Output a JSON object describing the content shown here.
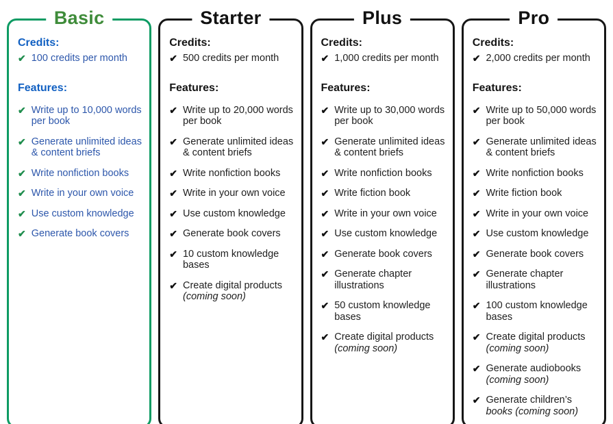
{
  "colors": {
    "basic_border": "#0d9b63",
    "basic_title_green": "#3f8c3a",
    "basic_heading_blue": "#1160c2",
    "basic_text_blue": "#2d57ab",
    "basic_check_green": "#1f8d4d",
    "dark_border": "#161616",
    "dark_text": "#202020"
  },
  "icons": {
    "check": "✔"
  },
  "cards": [
    {
      "title": "Basic",
      "theme": "green",
      "credits_label": "Credits:",
      "credits": "100 credits per month",
      "features_label": "Features:",
      "features": [
        {
          "text": "Write up to 10,000 words per book"
        },
        {
          "text": "Generate unlimited ideas & content briefs"
        },
        {
          "text": "Write nonfiction books"
        },
        {
          "text": "Write in your own voice"
        },
        {
          "text": "Use custom knowledge"
        },
        {
          "text": "Generate book covers"
        }
      ]
    },
    {
      "title": "Starter",
      "theme": "dark",
      "credits_label": "Credits:",
      "credits": "500 credits per month",
      "features_label": "Features:",
      "features": [
        {
          "text": "Write up to 20,000 words per book"
        },
        {
          "text": "Generate unlimited ideas & content briefs"
        },
        {
          "text": "Write nonfiction books"
        },
        {
          "text": "Write in your own voice"
        },
        {
          "text": "Use custom knowledge"
        },
        {
          "text": "Generate book covers"
        },
        {
          "text": "10 custom knowledge bases"
        },
        {
          "text": "Create digital products",
          "note": "(coming soon)"
        }
      ]
    },
    {
      "title": "Plus",
      "theme": "dark",
      "credits_label": "Credits:",
      "credits": "1,000 credits per month",
      "features_label": "Features:",
      "features": [
        {
          "text": "Write up to 30,000 words per book"
        },
        {
          "text": "Generate unlimited ideas & content briefs"
        },
        {
          "text": "Write nonfiction books"
        },
        {
          "text": "Write fiction book"
        },
        {
          "text": "Write in your own voice"
        },
        {
          "text": "Use custom knowledge"
        },
        {
          "text": "Generate book covers"
        },
        {
          "text": "Generate chapter illustrations"
        },
        {
          "text": "50 custom knowledge bases"
        },
        {
          "text": "Create digital products",
          "note": "(coming soon)"
        }
      ]
    },
    {
      "title": "Pro",
      "theme": "dark",
      "credits_label": "Credits:",
      "credits": "2,000 credits per month",
      "features_label": "Features:",
      "features": [
        {
          "text": "Write up to 50,000 words per book"
        },
        {
          "text": "Generate unlimited ideas & content briefs"
        },
        {
          "text": "Write nonfiction books"
        },
        {
          "text": "Write fiction book"
        },
        {
          "text": "Write in your own voice"
        },
        {
          "text": "Use custom knowledge"
        },
        {
          "text": "Generate book covers"
        },
        {
          "text": "Generate chapter illustrations"
        },
        {
          "text": "100 custom knowledge bases"
        },
        {
          "text": "Create digital products",
          "note": "(coming soon)"
        },
        {
          "text": "Generate audiobooks",
          "note": "(coming soon)"
        },
        {
          "text": "Generate children’s",
          "note": "books (coming soon)"
        }
      ]
    }
  ]
}
